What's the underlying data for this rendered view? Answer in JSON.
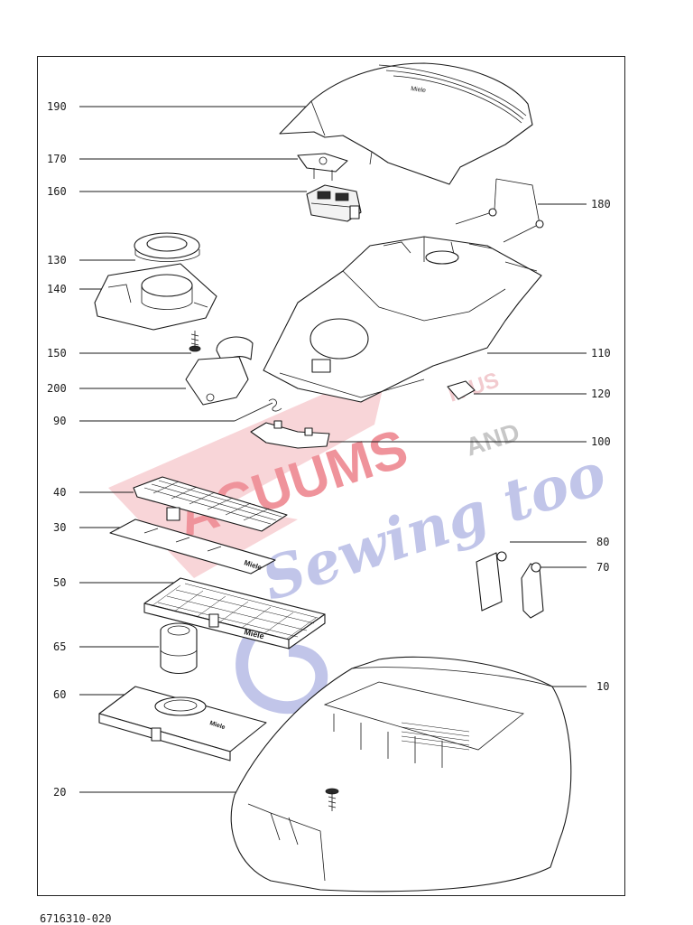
{
  "diagram": {
    "part_numbers": [
      "190",
      "170",
      "160",
      "180",
      "130",
      "140",
      "150",
      "110",
      "200",
      "120",
      "90",
      "100",
      "40",
      "30",
      "80",
      "70",
      "50",
      "65",
      "10",
      "60",
      "20"
    ],
    "document_number": "6716310-020"
  },
  "labels": {
    "p190": "190",
    "p170": "170",
    "p160": "160",
    "p180": "180",
    "p130": "130",
    "p140": "140",
    "p150": "150",
    "p110": "110",
    "p200": "200",
    "p120": "120",
    "p90": "90",
    "p100": "100",
    "p40": "40",
    "p30": "30",
    "p80": "80",
    "p70": "70",
    "p50": "50",
    "p65": "65",
    "p10": "10",
    "p60": "60",
    "p20": "20"
  },
  "watermark": {
    "line1": "ACUUMS",
    "line2": "R US",
    "line3": "AND",
    "line4": "Sewing too",
    "colors": {
      "red": "#e23b4a",
      "blue": "#6f78c8",
      "grey": "#8a8a8a"
    }
  },
  "part_marks": {
    "cover_brand": "Miele",
    "filter_brand": "Miele",
    "mat_brand": "Miele",
    "tray_brand": "Miele"
  }
}
